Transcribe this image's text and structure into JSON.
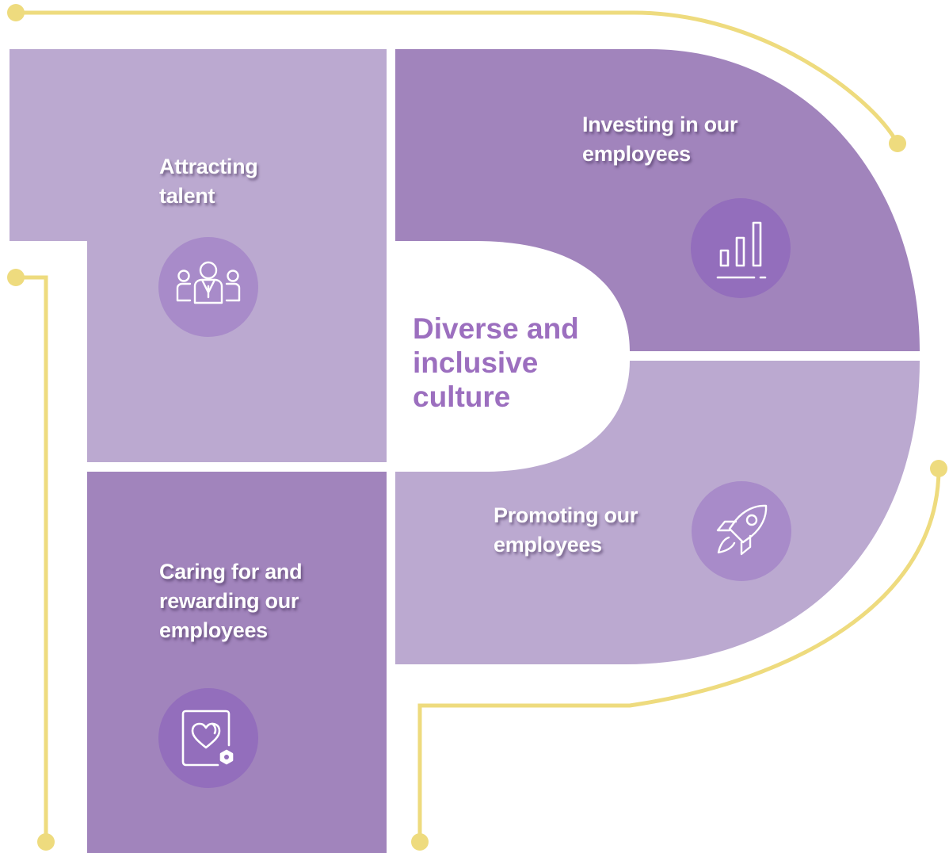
{
  "diagram": {
    "center_title": [
      "Diverse and",
      "inclusive",
      "culture"
    ],
    "segments": [
      {
        "id": "attracting-talent",
        "label_lines": [
          "Attracting",
          "talent"
        ],
        "icon": "people-group-icon"
      },
      {
        "id": "investing",
        "label_lines": [
          "Investing in our",
          "employees"
        ],
        "icon": "bar-chart-icon"
      },
      {
        "id": "promoting",
        "label_lines": [
          "Promoting our",
          "employees"
        ],
        "icon": "rocket-icon"
      },
      {
        "id": "caring",
        "label_lines": [
          "Caring for and",
          "rewarding our",
          "employees"
        ],
        "icon": "heart-document-icon"
      }
    ]
  },
  "colors": {
    "light_purple": "#BBA9D0",
    "medium_purple": "#A184BC",
    "icon_circle_dark": "#936EBC",
    "icon_circle_light": "#A88BC9",
    "title_purple": "#9C6FBF",
    "gold_line": "#EEDB7E"
  }
}
